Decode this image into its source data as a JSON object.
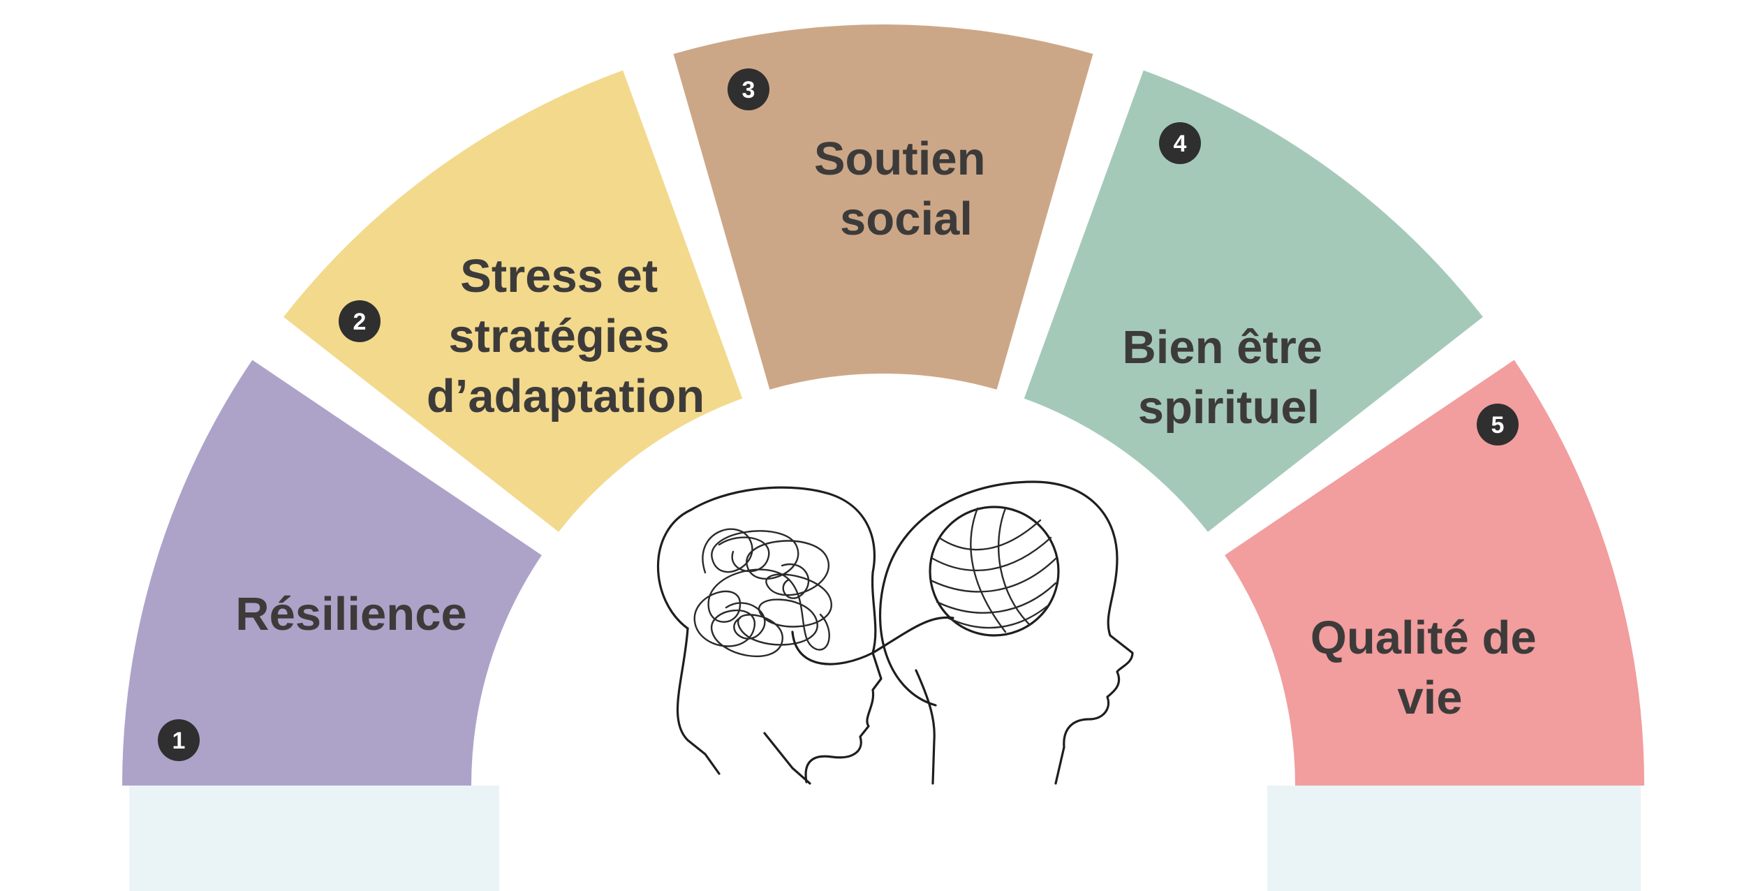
{
  "diagram": {
    "segments": [
      {
        "number": "1",
        "label_lines": [
          "Résilience"
        ],
        "color": "#ADA3C9"
      },
      {
        "number": "2",
        "label_lines": [
          "Stress et",
          "stratégies",
          "d’adaptation"
        ],
        "color": "#F3D98C"
      },
      {
        "number": "3",
        "label_lines": [
          "Soutien",
          "social"
        ],
        "color": "#CCA787"
      },
      {
        "number": "4",
        "label_lines": [
          "Bien être",
          "spirituel"
        ],
        "color": "#A5C9B9"
      },
      {
        "number": "5",
        "label_lines": [
          "Qualité de",
          "vie"
        ],
        "color": "#F29D9E"
      }
    ],
    "center_icon": "two-heads-tangled-thoughts-and-yarn-ball-icon",
    "base_band_color": "#EAF4F6"
  }
}
